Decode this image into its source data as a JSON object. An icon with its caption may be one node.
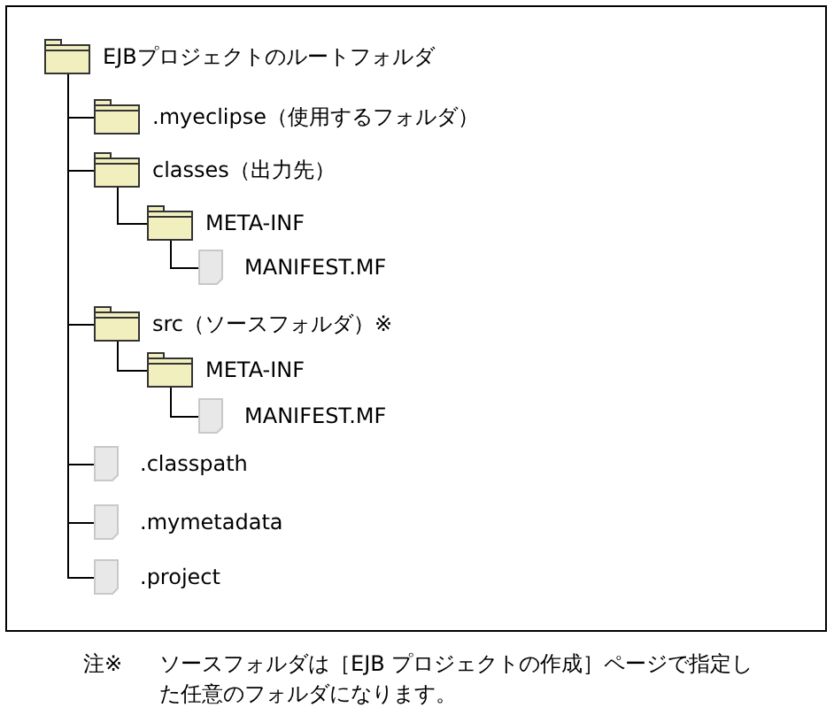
{
  "diagram": {
    "nodes": [
      {
        "text": [
          "EJBプロジェクトのルートフォルダ"
        ]
      },
      {
        "text": [
          ".myeclipse（使用するフォルダ）"
        ]
      },
      {
        "text": [
          "classes（出力先）"
        ]
      },
      {
        "text": [
          "META-INF"
        ]
      },
      {
        "text": [
          "MANIFEST.MF"
        ]
      },
      {
        "text": [
          "src（ソースフォルダ）※"
        ]
      },
      {
        "text": [
          "META-INF"
        ]
      },
      {
        "text": [
          "MANIFEST.MF"
        ]
      },
      {
        "text": [
          ".classpath"
        ]
      },
      {
        "text": [
          ".mymetadata"
        ]
      },
      {
        "text": [
          ".project"
        ]
      }
    ],
    "edges": [
      {
        "from": 0,
        "to": 1,
        "arrow": "none"
      },
      {
        "from": 0,
        "to": 2,
        "arrow": "none"
      },
      {
        "from": 2,
        "to": 3,
        "arrow": "none"
      },
      {
        "from": 3,
        "to": 4,
        "arrow": "none"
      },
      {
        "from": 0,
        "to": 5,
        "arrow": "none"
      },
      {
        "from": 5,
        "to": 6,
        "arrow": "none"
      },
      {
        "from": 6,
        "to": 7,
        "arrow": "none"
      },
      {
        "from": 0,
        "to": 8,
        "arrow": "none"
      },
      {
        "from": 0,
        "to": 9,
        "arrow": "none"
      },
      {
        "from": 0,
        "to": 10,
        "arrow": "none"
      }
    ],
    "labels": [
      "注※",
      "ソースフォルダは［EJB プロジェクトの作成］ページで指定した任意のフォルダになります。"
    ]
  }
}
